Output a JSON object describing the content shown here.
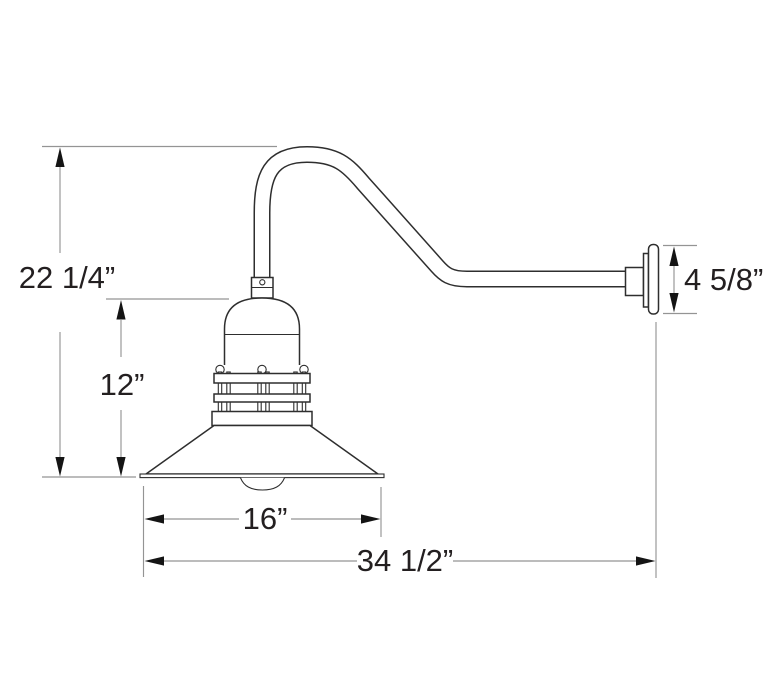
{
  "drawing": {
    "kind": "technical-dimension-drawing",
    "subject": "gooseneck barn light fixture, side view",
    "background_color": "#ffffff",
    "outline_color": "#2e2e2e",
    "dimension_line_color": "#949494",
    "arrow_color": "#141414",
    "label_color": "#231f20"
  },
  "labels": {
    "overall_height": "22 1/4”",
    "lamp_height": "12”",
    "backplate_height": "4 5/8”",
    "shade_width": "16”",
    "overall_projection": "34 1/2”"
  }
}
